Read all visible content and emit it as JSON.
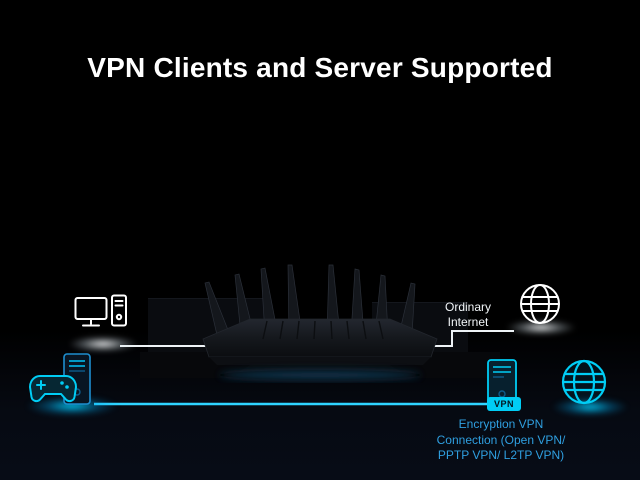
{
  "title": "VPN Clients and Server Supported",
  "scene": {
    "ordinary_internet_label": "Ordinary Internet",
    "vpn_text": "Encryption VPN Connection (Open VPN/ PPTP VPN/ L2TP VPN)",
    "vpn_badge": "VPN"
  },
  "colors": {
    "background": "#000000",
    "title_text": "#ffffff",
    "ordinary_line": "#eef3f6",
    "vpn_accent": "#00cdf5",
    "vpn_text_color": "#2f9fe0"
  },
  "icons": [
    "monitor-icon",
    "desktop-tower-icon",
    "gamepad-icon",
    "pc-tower-icon",
    "globe-white-icon",
    "globe-cyan-icon",
    "vpn-server-icon",
    "router-illustration"
  ]
}
